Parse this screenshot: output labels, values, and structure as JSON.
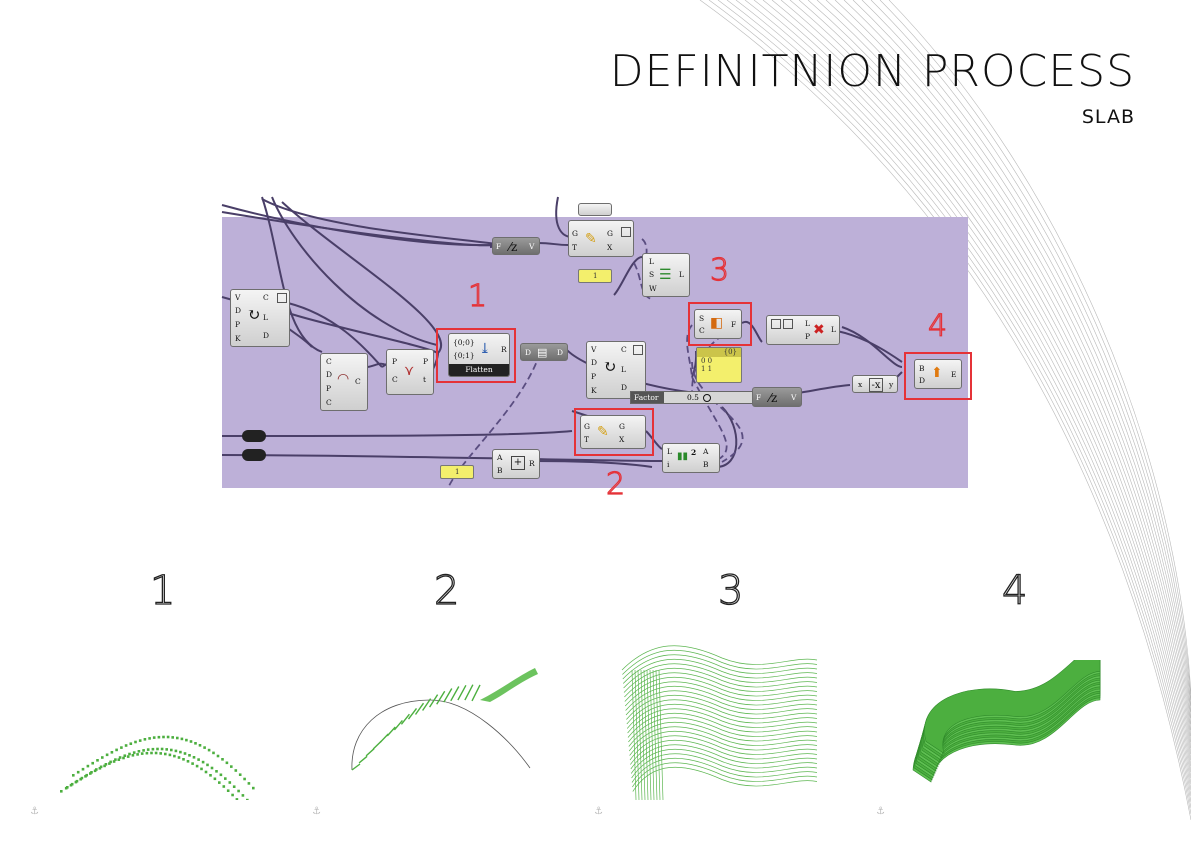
{
  "page": {
    "title": "DEFINITNION PROCESS",
    "subtitle": "SLAB"
  },
  "colors": {
    "canvas": "#bdb0d8",
    "highlight": "#e53238",
    "geometry": "#4caf3f"
  },
  "highlight_labels": [
    "1",
    "2",
    "3",
    "4"
  ],
  "step_labels": [
    "1",
    "2",
    "3",
    "4"
  ],
  "nodes": {
    "graft_tree_top": {
      "in1": "G",
      "in2": "T",
      "out1": "G",
      "out2": "X"
    },
    "data_icon_top": {
      "in": "F",
      "out": "V"
    },
    "sort_list": {
      "in1": "L",
      "in2": "S",
      "in3": "W",
      "out": "L"
    },
    "rotate_plane": {
      "in1": "V",
      "in2": "D",
      "in3": "P",
      "in4": "K",
      "out1": "C",
      "out2": "L",
      "out3": "D"
    },
    "arc": {
      "in1": "C",
      "in2": "D",
      "in3": "P",
      "in4": "C",
      "out": "C"
    },
    "deconstruct_plane": {
      "in1": "P",
      "in2": "C",
      "out1": "P",
      "out2": "t"
    },
    "flatten": {
      "in1": "{0;0}",
      "in2": "{0;1}",
      "out": "R",
      "label": "Flatten"
    },
    "data_relay": {
      "in": "D",
      "out": "D"
    },
    "rotate_plane_2": {
      "in1": "V",
      "in2": "D",
      "in3": "P",
      "in4": "K",
      "out1": "C",
      "out2": "L",
      "out3": "D"
    },
    "graft_tree_mid": {
      "in1": "G",
      "in2": "T",
      "out1": "G",
      "out2": "X"
    },
    "split_surface": {
      "in1": "S",
      "in2": "C",
      "out": "F"
    },
    "cull_list": {
      "in1": "L",
      "in2": "P",
      "out": "L"
    },
    "panel_tree": {
      "header": "{0}",
      "rows": [
        "0  0",
        "1  1"
      ]
    },
    "factor_slider": {
      "label": "Factor",
      "value": "0.5"
    },
    "data_icon_mid": {
      "in": "F",
      "out": "V"
    },
    "negative": {
      "in": "x",
      "out": "y"
    },
    "boundary_extrude": {
      "in1": "B",
      "in2": "D",
      "out": "E"
    },
    "addition": {
      "in1": "A",
      "in2": "B",
      "out": "R"
    },
    "list_item": {
      "in1": "L",
      "in2": "i",
      "out1": "A",
      "out2": "B",
      "badge": "2"
    },
    "panel_one_a": {
      "value": "1"
    },
    "panel_one_b": {
      "value": "1"
    }
  }
}
